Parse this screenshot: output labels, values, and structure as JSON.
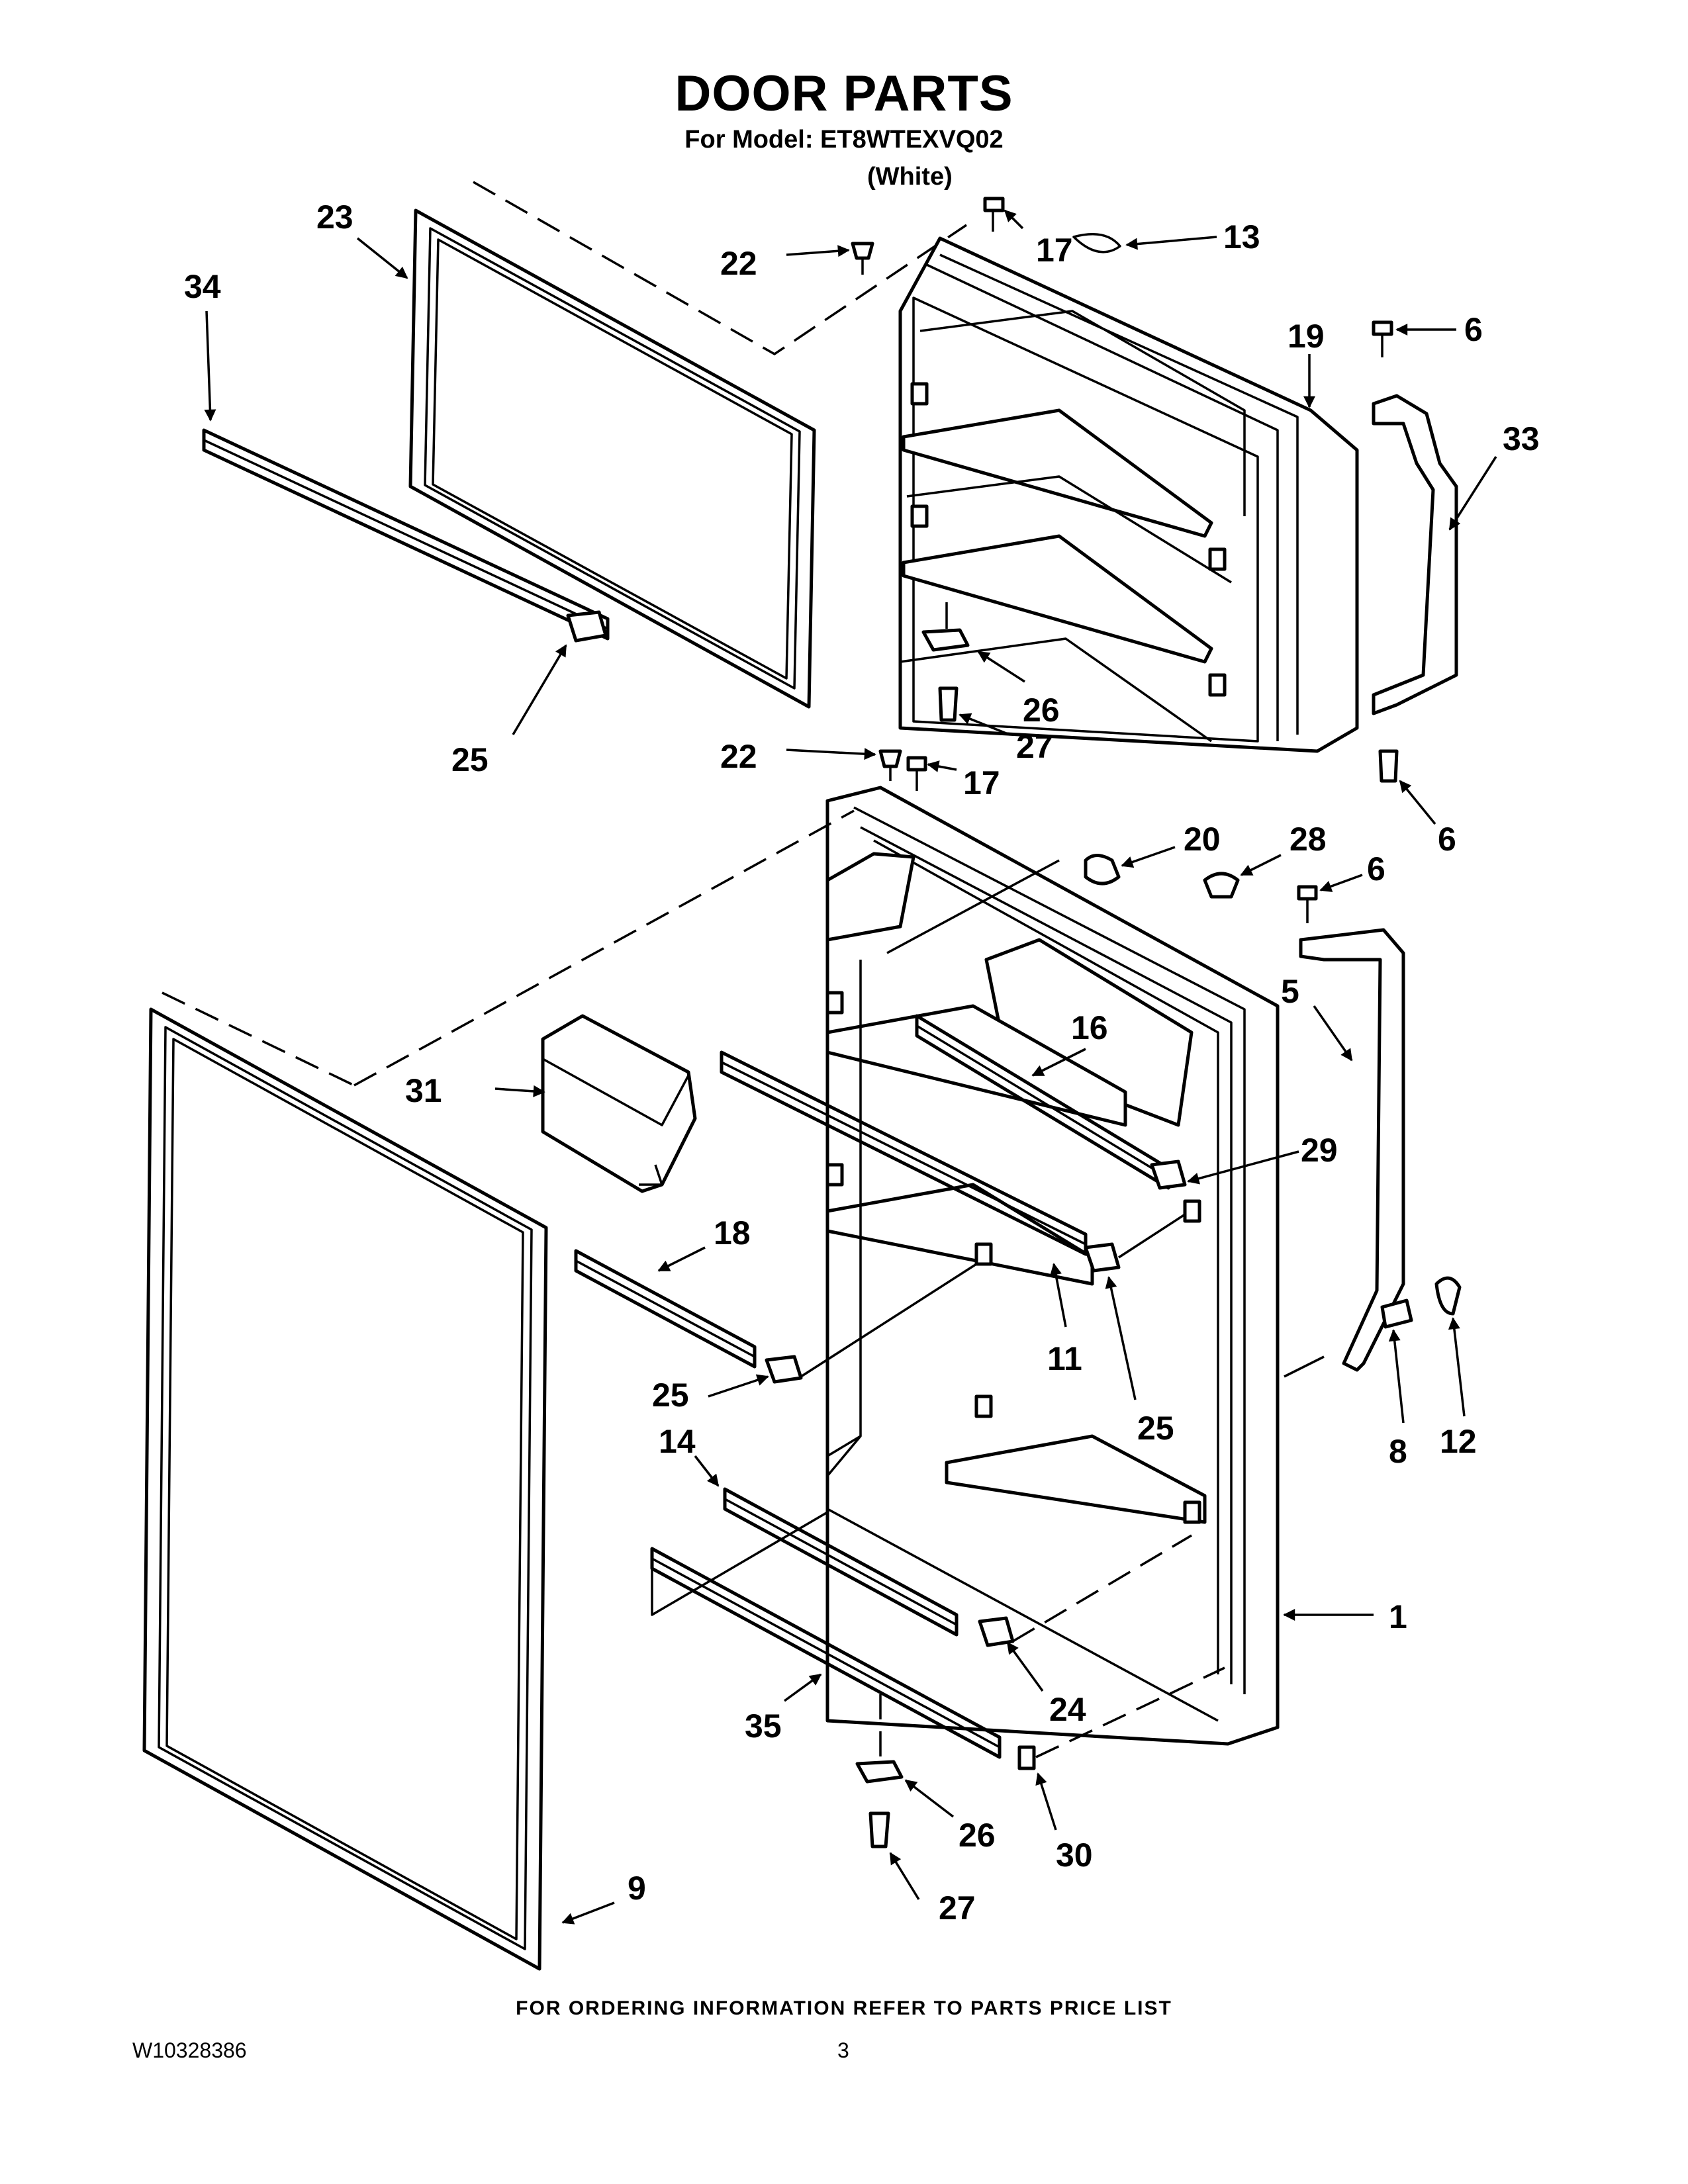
{
  "header": {
    "title": "DOOR PARTS",
    "model_line": "For Model: ET8WTEXVQ02",
    "color": "(White)"
  },
  "footer": {
    "ordering_note": "FOR ORDERING INFORMATION REFER TO PARTS PRICE LIST",
    "document_id": "W10328386",
    "page_number": "3"
  },
  "callouts": {
    "c23": "23",
    "c34": "34",
    "c22a": "22",
    "c17a": "17",
    "c13": "13",
    "c19": "19",
    "c6a": "6",
    "c33": "33",
    "c25a": "25",
    "c26a": "26",
    "c27a": "27",
    "c6b": "6",
    "c22b": "22",
    "c17b": "17",
    "c20": "20",
    "c28": "28",
    "c6c": "6",
    "c5": "5",
    "c16": "16",
    "c31": "31",
    "c29": "29",
    "c18": "18",
    "c11": "11",
    "c25b": "25",
    "c25c": "25",
    "c8": "8",
    "c12": "12",
    "c14": "14",
    "c1": "1",
    "c24": "24",
    "c35": "35",
    "c26b": "26",
    "c30": "30",
    "c27b": "27",
    "c9": "9"
  }
}
